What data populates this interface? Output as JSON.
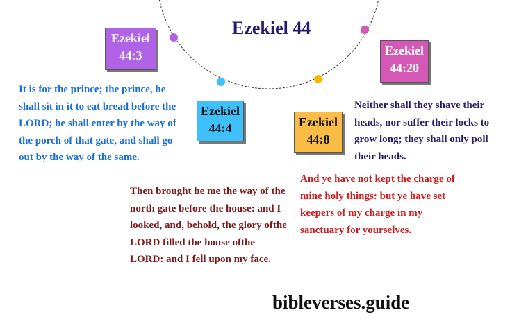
{
  "title": "Ezekiel 44",
  "colors": {
    "purple": "#b063e6",
    "blue": "#3ec1fb",
    "yellow": "#f9bd45",
    "pink": "#d558b6",
    "dot_yellow": "#f5b800"
  },
  "verses": [
    {
      "ref_book": "Ezekiel",
      "ref_num": "44:3",
      "text": "It is for the prince; the prince, he shall sit in it to eat bread before the LORD; he shall enter by the way of the porch of that gate, and shall go out by the way of the same."
    },
    {
      "ref_book": "Ezekiel",
      "ref_num": "44:4",
      "text": "Then brought he me the way of the north gate before the house: and I looked, and, behold, the glory ofthe LORD filled the house ofthe LORD: and I fell upon my face."
    },
    {
      "ref_book": "Ezekiel",
      "ref_num": "44:8",
      "text": "And ye have not kept the charge of mine holy things: but ye have set keepers of my charge in my sanctuary for yourselves."
    },
    {
      "ref_book": "Ezekiel",
      "ref_num": "44:20",
      "text": "Neither shall they shave their heads, nor suffer their locks to grow long; they shall only poll their heads."
    }
  ],
  "brand": "bibleverses.guide"
}
